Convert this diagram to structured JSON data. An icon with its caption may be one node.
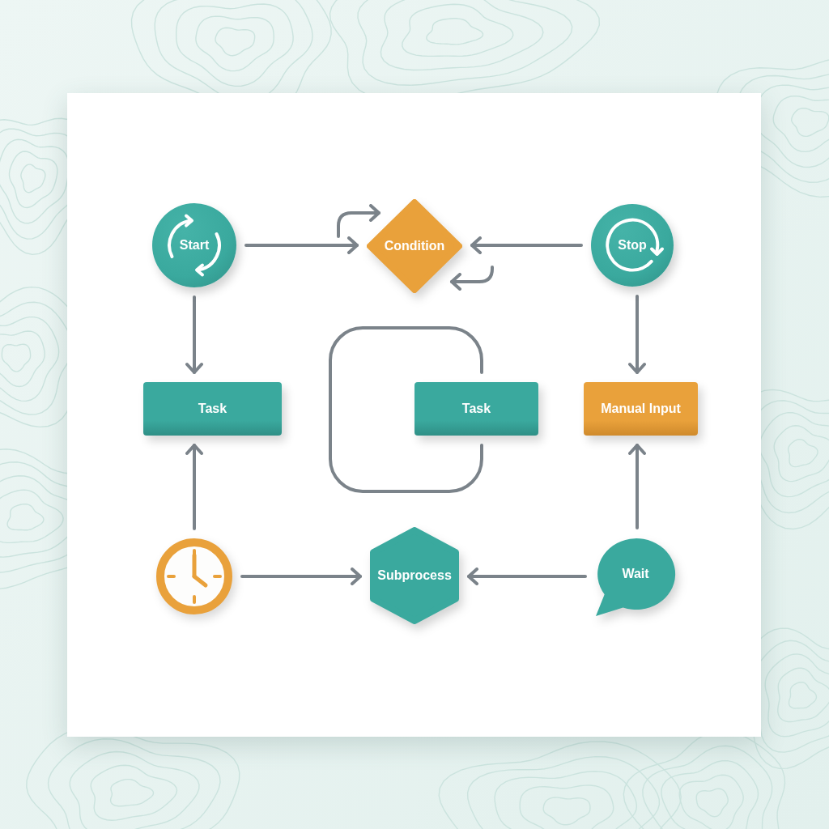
{
  "diagram": {
    "nodes": [
      {
        "text": [
          "Start"
        ]
      },
      {
        "text": [
          "Condition"
        ]
      },
      {
        "text": [
          "Stop"
        ]
      },
      {
        "text": [
          "Task"
        ]
      },
      {
        "text": [
          "Task"
        ]
      },
      {
        "text": [
          "Manual Input"
        ]
      },
      {
        "text": [],
        "shape": "clock"
      },
      {
        "text": [
          "Subprocess"
        ]
      },
      {
        "text": [
          "Wait"
        ]
      }
    ],
    "edges": [
      {
        "from": 0,
        "to": 1,
        "arrow": "to"
      },
      {
        "from": 2,
        "to": 1,
        "arrow": "to"
      },
      {
        "from": null,
        "to": 1,
        "arrow": "to"
      },
      {
        "from": null,
        "to": 1,
        "arrow": "to"
      },
      {
        "from": 0,
        "to": 3,
        "arrow": "to"
      },
      {
        "from": 2,
        "to": 5,
        "arrow": "to"
      },
      {
        "from": 4,
        "to": 4,
        "arrow": "none"
      },
      {
        "from": 6,
        "to": 3,
        "arrow": "to"
      },
      {
        "from": 8,
        "to": 5,
        "arrow": "to"
      },
      {
        "from": 6,
        "to": 7,
        "arrow": "to"
      },
      {
        "from": 8,
        "to": 7,
        "arrow": "to"
      }
    ]
  }
}
